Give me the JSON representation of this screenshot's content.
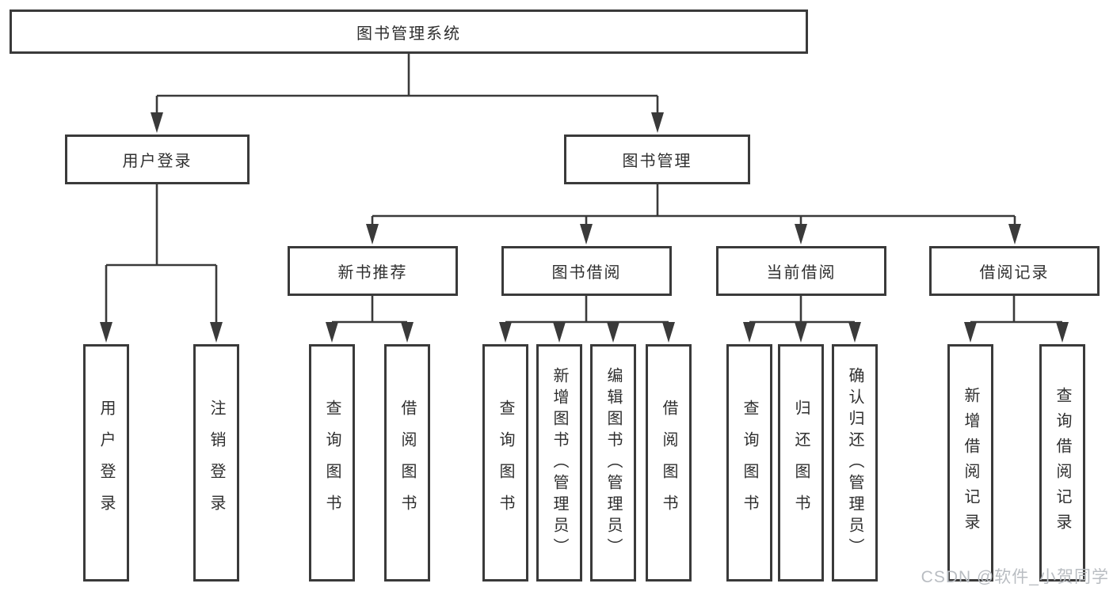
{
  "colors": {
    "line": "#3a3a3a",
    "box_background": "#ffffff",
    "text": "#2f2f2f",
    "watermark": "#b9bdc2"
  },
  "watermark": {
    "text": "CSDN @软件_小贺同学"
  },
  "tree": {
    "root": {
      "label": "图书管理系统"
    },
    "branches": [
      {
        "label": "用户登录",
        "children": [
          {
            "label": "用户登录"
          },
          {
            "label": "注销登录"
          }
        ]
      },
      {
        "label": "图书管理",
        "children": [
          {
            "label": "新书推荐",
            "children": [
              {
                "label": "查询图书"
              },
              {
                "label": "借阅图书"
              }
            ]
          },
          {
            "label": "图书借阅",
            "children": [
              {
                "label": "查询图书"
              },
              {
                "label": "新增图书（管理员）"
              },
              {
                "label": "编辑图书（管理员）"
              },
              {
                "label": "借阅图书"
              }
            ]
          },
          {
            "label": "当前借阅",
            "children": [
              {
                "label": "查询图书"
              },
              {
                "label": "归还图书"
              },
              {
                "label": "确认归还（管理员）"
              }
            ]
          },
          {
            "label": "借阅记录",
            "children": [
              {
                "label": "新增借阅记录"
              },
              {
                "label": "查询借阅记录"
              }
            ]
          }
        ]
      }
    ]
  }
}
